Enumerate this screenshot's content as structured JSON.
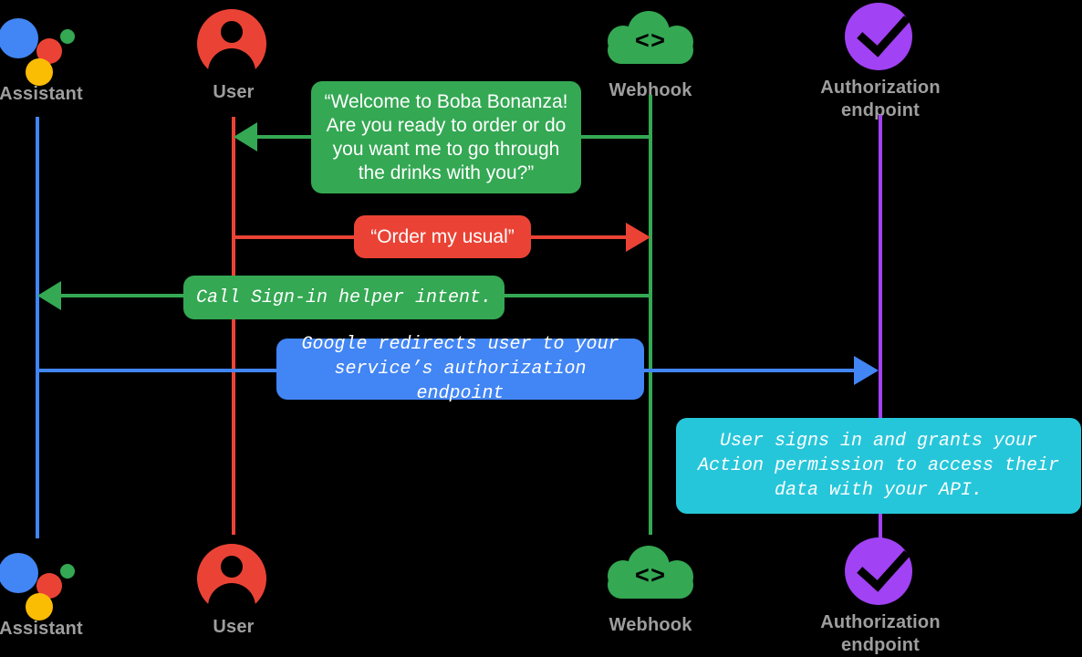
{
  "diagram": {
    "title": "Account linking sequence diagram",
    "background": "#000000",
    "colors": {
      "assistant_blue": "#4285F4",
      "user_red": "#EA4335",
      "webhook_green": "#34A853",
      "auth_purple": "#A142F4",
      "note_cyan": "#26C6DA",
      "label_gray": "#9e9e9e"
    }
  },
  "actors_top": [
    {
      "id": "assistant",
      "label": "Assistant",
      "icon": "google-assistant-dots-icon",
      "color": "#4285F4"
    },
    {
      "id": "user",
      "label": "User",
      "icon": "user-avatar-icon",
      "color": "#EA4335"
    },
    {
      "id": "webhook",
      "label": "Webhook",
      "icon": "cloud-code-icon",
      "color": "#34A853"
    },
    {
      "id": "auth",
      "label": "Authorization\nendpoint",
      "label_line1": "Authorization",
      "label_line2": "endpoint",
      "icon": "purple-check-circle-icon",
      "color": "#A142F4"
    }
  ],
  "actors_bottom": [
    {
      "id": "assistant",
      "label": "Assistant",
      "icon": "google-assistant-dots-icon",
      "color": "#4285F4"
    },
    {
      "id": "user",
      "label": "User",
      "icon": "user-avatar-icon",
      "color": "#EA4335"
    },
    {
      "id": "webhook",
      "label": "Webhook",
      "icon": "cloud-code-icon",
      "color": "#34A853"
    },
    {
      "id": "auth",
      "label": "Authorization\nendpoint",
      "label_line1": "Authorization",
      "label_line2": "endpoint",
      "icon": "purple-check-circle-icon",
      "color": "#A142F4"
    }
  ],
  "messages": [
    {
      "id": "welcome",
      "text": "“Welcome to Boba Bonanza!\nAre you ready to order or do\nyou want me to go through\nthe drinks with you?”",
      "from": "webhook",
      "to": "user",
      "direction": "left",
      "color": "#34A853",
      "style": "sans"
    },
    {
      "id": "order-my-usual",
      "text": "“Order my usual”",
      "from": "user",
      "to": "webhook",
      "direction": "right",
      "color": "#EA4335",
      "style": "sans"
    },
    {
      "id": "call-signin-helper",
      "text": "Call Sign-in helper intent.",
      "from": "webhook",
      "to": "assistant",
      "direction": "left",
      "color": "#34A853",
      "style": "mono"
    },
    {
      "id": "google-redirect",
      "text": "Google redirects user to your\nservice’s authorization endpoint",
      "from": "assistant",
      "to": "auth",
      "direction": "right",
      "color": "#4285F4",
      "style": "mono"
    },
    {
      "id": "user-grants-permission",
      "text": "User signs in and grants your\nAction permission to access their\ndata with your API.",
      "from": "auth",
      "to": "auth",
      "direction": "none",
      "color": "#26C6DA",
      "style": "mono"
    }
  ],
  "icons": {
    "webhook_code_glyph": "<>"
  }
}
